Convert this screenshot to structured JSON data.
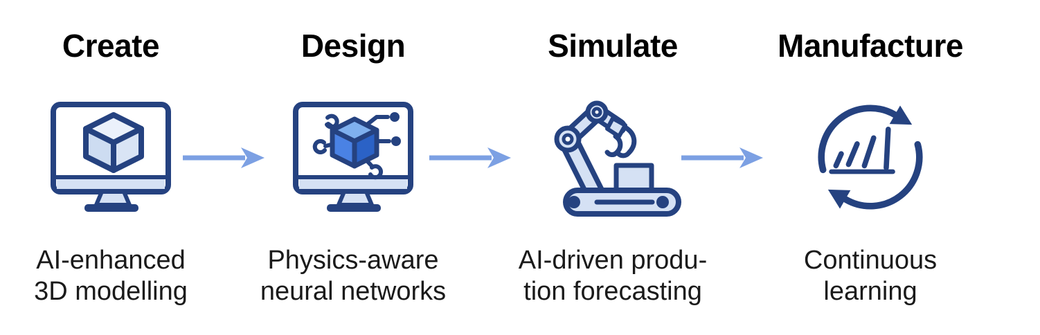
{
  "stages": [
    {
      "title": "Create",
      "icon": "monitor-3d-cube-icon",
      "caption_line1": "AI-enhanced",
      "caption_line2": "3D modelling"
    },
    {
      "title": "Design",
      "icon": "monitor-neural-network-cube-icon",
      "caption_line1": "Physics-aware",
      "caption_line2": "neural networks"
    },
    {
      "title": "Simulate",
      "icon": "robot-arm-icon",
      "caption_line1": "AI-driven produ-",
      "caption_line2": "tion forecasting"
    },
    {
      "title": "Manufacture",
      "icon": "continuous-cycle-chart-icon",
      "caption_line1": "Continuous",
      "caption_line2": "learning"
    }
  ],
  "colors": {
    "navy": "#254280",
    "icon-fill": "#d5e1f4",
    "cube-top": "#ebf1fb",
    "cube-left": "#cddcf1",
    "cube-right": "#d9e4f5",
    "ai-cube-top": "#7fb0ee",
    "ai-cube-left": "#4a82e4",
    "ai-cube-right": "#2b62c6",
    "connector": "#7ca0e3",
    "title": "#000000",
    "caption": "#1a1a1a",
    "background": "#ffffff"
  }
}
